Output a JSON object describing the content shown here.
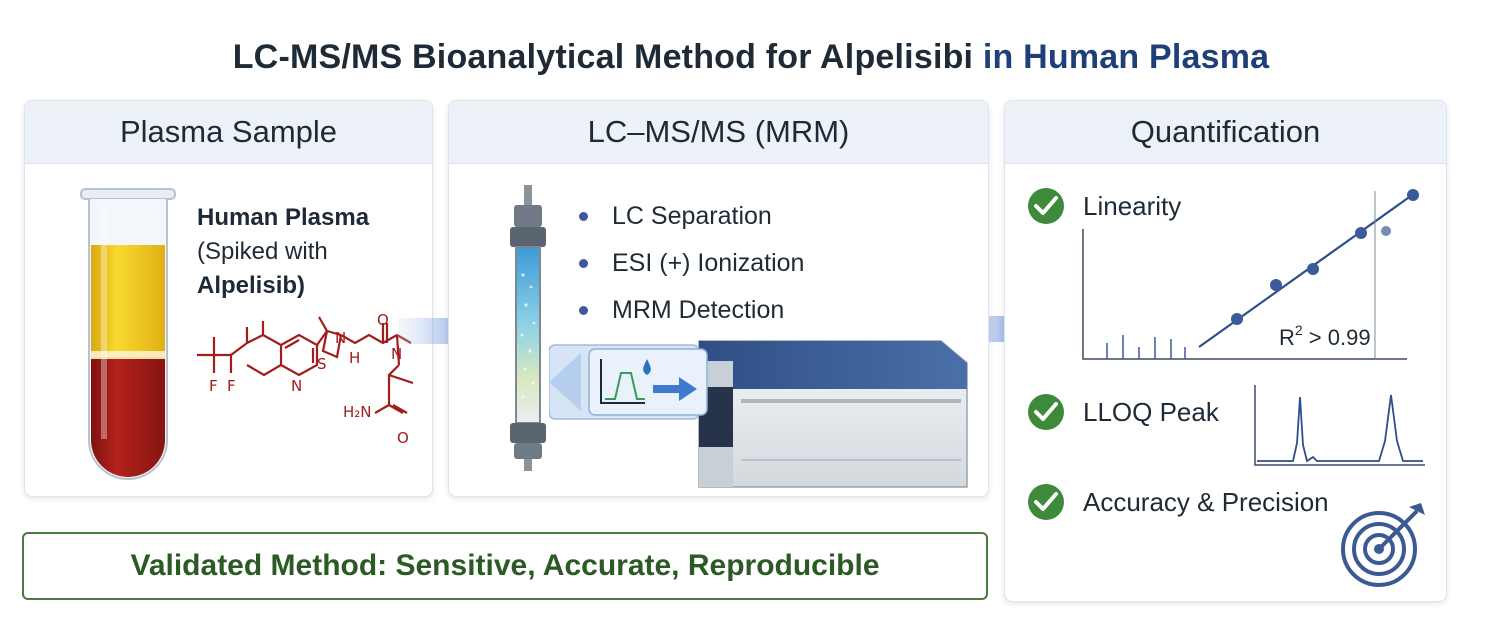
{
  "title": {
    "main": "LC-MS/MS Bioanalytical Method for Alpelisibi",
    "accent": " in Human Plasma"
  },
  "sample_panel": {
    "heading": "Plasma Sample",
    "lines": [
      "Human Plasma",
      "(Spiked with",
      "Alpelisib)"
    ],
    "structure_labels": {
      "f1": "F",
      "f2": "F",
      "n_pyridine": "N",
      "s_thiazole": "S",
      "n_thiazole": "N",
      "n_h": "H",
      "n_urea": "N",
      "o_urea": "O",
      "h2n": "H₂N",
      "o_amide": "O"
    }
  },
  "lcms_panel": {
    "heading": "LC–MS/MS (MRM)",
    "steps": [
      "LC Separation",
      "ESI (+) Ionization",
      "MRM Detection"
    ]
  },
  "quant_panel": {
    "heading": "Quantification",
    "items": [
      "Linearity",
      "LLOQ Peak",
      "Accuracy & Precision"
    ],
    "r2_base": "R",
    "r2_sup": "2",
    "r2_rest": " > 0.99"
  },
  "footer": {
    "validated": "Validated Method: Sensitive, Accurate, Reproducible"
  },
  "colors": {
    "navy": "#1f3f78",
    "green": "#4c7a3e",
    "structure": "#a31c1c",
    "blood": "#a01c18",
    "serum": "#f2c31b",
    "check": "#3d8b3a"
  },
  "icons": [
    "test-tube-icon",
    "chemical-structure-icon",
    "lc-column-icon",
    "mass-spectrometer-icon",
    "check-icon",
    "target-icon",
    "flow-arrow-icon"
  ]
}
